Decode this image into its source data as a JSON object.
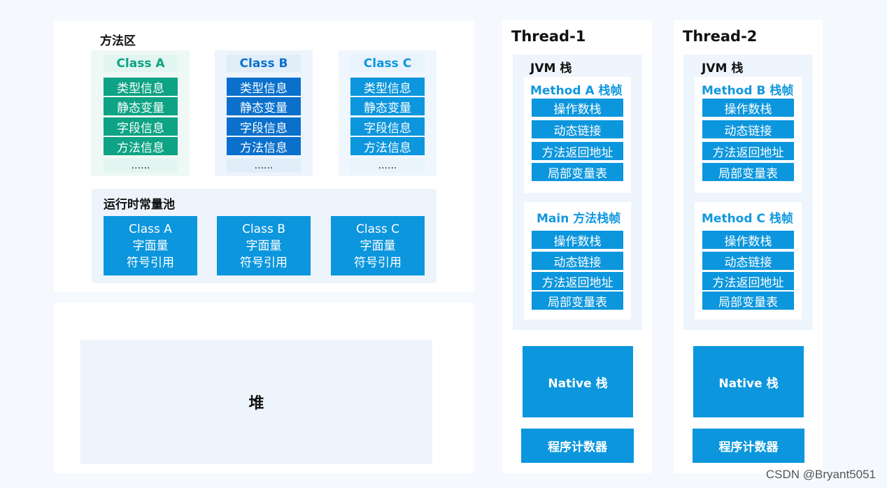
{
  "method_area": {
    "title": "方法区",
    "classes": [
      {
        "name": "Class A",
        "items": [
          "类型信息",
          "静态变量",
          "字段信息",
          "方法信息",
          "......"
        ]
      },
      {
        "name": "Class B",
        "items": [
          "类型信息",
          "静态变量",
          "字段信息",
          "方法信息",
          "......"
        ]
      },
      {
        "name": "Class C",
        "items": [
          "类型信息",
          "静态变量",
          "字段信息",
          "方法信息",
          "......"
        ]
      }
    ],
    "runtime_pool": {
      "title": "运行时常量池",
      "boxes": [
        {
          "line1": "Class A",
          "line2": "字面量",
          "line3": "符号引用"
        },
        {
          "line1": "Class B",
          "line2": "字面量",
          "line3": "符号引用"
        },
        {
          "line1": "Class C",
          "line2": "字面量",
          "line3": "符号引用"
        }
      ]
    }
  },
  "heap": {
    "label": "堆"
  },
  "threads": [
    {
      "title": "Thread-1",
      "jvm_stack_label": "JVM 栈",
      "frames": [
        {
          "title": "Method A 栈帧",
          "items": [
            "操作数栈",
            "动态链接",
            "方法返回地址",
            "局部变量表"
          ]
        },
        {
          "title": "Main 方法栈帧",
          "items": [
            "操作数栈",
            "动态链接",
            "方法返回地址",
            "局部变量表"
          ]
        }
      ],
      "native_label": "Native 栈",
      "pc_label": "程序计数器"
    },
    {
      "title": "Thread-2",
      "jvm_stack_label": "JVM 栈",
      "frames": [
        {
          "title": "Method B 栈帧",
          "items": [
            "操作数栈",
            "动态链接",
            "方法返回地址",
            "局部变量表"
          ]
        },
        {
          "title": "Method C 栈帧",
          "items": [
            "操作数栈",
            "动态链接",
            "方法返回地址",
            "局部变量表"
          ]
        }
      ],
      "native_label": "Native 栈",
      "pc_label": "程序计数器"
    }
  ],
  "watermark": "CSDN @Bryant5051",
  "colors": {
    "green": "#0da384",
    "green_light": "#e2f5f0",
    "blue_dark": "#0a70cc",
    "blue_dark_light": "#e1eefa",
    "blue": "#0c96dd",
    "blue_light": "#e8f3fc",
    "panel_tint": "#eef5fc"
  }
}
